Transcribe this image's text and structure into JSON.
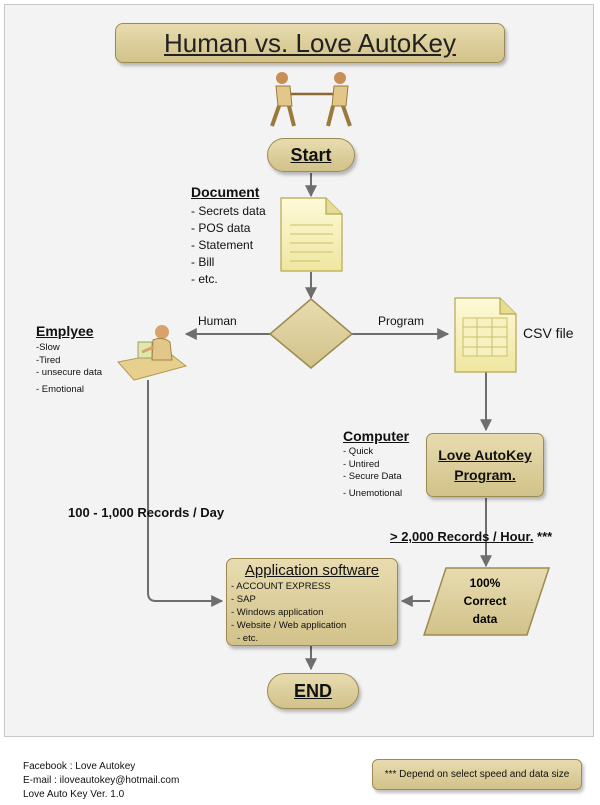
{
  "title": "Human vs. Love AutoKey",
  "start_label": "Start",
  "end_label": "END",
  "document": {
    "heading": "Document",
    "items": [
      "- Secrets data",
      "- POS data",
      "- Statement",
      "- Bill",
      "- etc."
    ]
  },
  "branches": {
    "left": "Human",
    "right": "Program"
  },
  "csv_label": "CSV file",
  "employee": {
    "heading": "Emplyee",
    "items": [
      "-Slow",
      "-Tired",
      "- unsecure data",
      "- Emotional"
    ]
  },
  "computer": {
    "heading": "Computer",
    "items": [
      "- Quick",
      "- Untired",
      "- Secure Data",
      "- Unemotional"
    ]
  },
  "program_box": {
    "line1": "Love AutoKey",
    "line2": "Program."
  },
  "rates": {
    "human": "100 - 1,000 Records / Day",
    "computer_main": "> 2,000 Records / Hour.",
    "computer_suffix": " ***"
  },
  "correct": {
    "line1": "100%",
    "line2": "Correct",
    "line3": "data"
  },
  "app_software": {
    "title": "Application software",
    "items": [
      "- ACCOUNT EXPRESS",
      "- SAP",
      "- Windows application",
      "- Website / Web application",
      "- etc."
    ]
  },
  "footer": {
    "facebook": "Facebook : Love Autokey",
    "email": "E-mail : iloveautokey@hotmail.com",
    "version": "Love Auto Key Ver. 1.0"
  },
  "note": "*** Depend on select speed and data size",
  "icons": {
    "tug": "tug-of-war-icon",
    "document": "document-icon",
    "csv": "spreadsheet-icon",
    "worker": "person-at-desk-icon"
  },
  "colors": {
    "shape_fill": "#dccf9c",
    "shape_border": "#9b8b52",
    "arrow": "#6e6e6e",
    "background": "#f3f3f3"
  }
}
